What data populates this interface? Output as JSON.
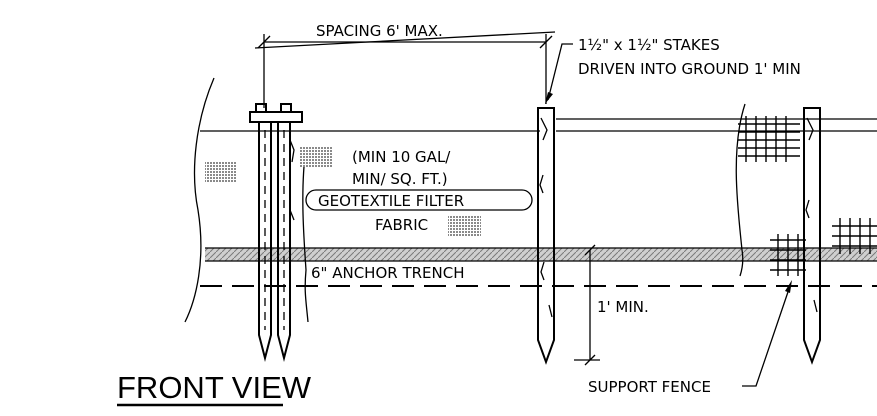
{
  "labels": {
    "spacing": "SPACING 6' MAX.",
    "stakes_line1": "1½\" x 1½\" STAKES",
    "stakes_line2": "DRIVEN INTO GROUND 1' MIN",
    "flow_line1": "(MIN 10 GAL/",
    "flow_line2": "MIN/ SQ. FT.)",
    "geotextile": "GEOTEXTILE FILTER",
    "fabric": "FABRIC",
    "anchor_trench": "6\" ANCHOR TRENCH",
    "depth": "1' MIN.",
    "support_fence": "SUPPORT FENCE",
    "view_title": "FRONT VIEW"
  },
  "colors": {
    "line": "#000000",
    "hatch": "#8a8a8a",
    "background": "#ffffff"
  }
}
